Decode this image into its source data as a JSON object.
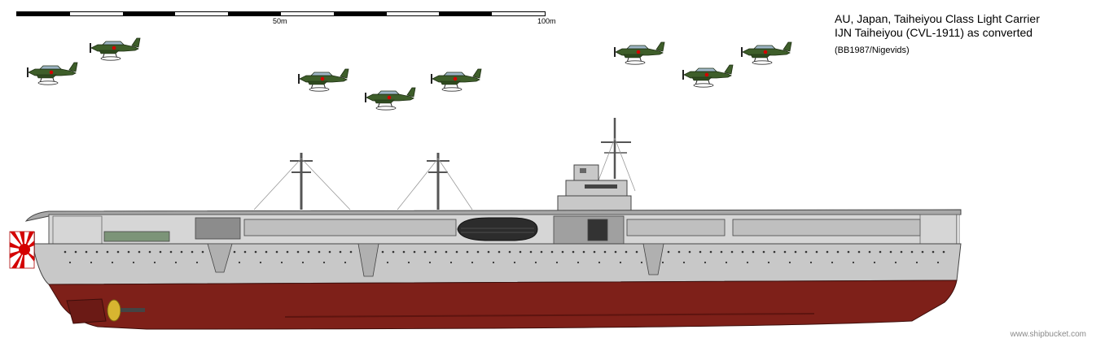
{
  "scale": {
    "mid_label": "50m",
    "end_label": "100m",
    "segments": 10
  },
  "title": {
    "line1": "AU, Japan, Taiheiyou Class Light Carrier",
    "line2": "IJN Taiheiyou (CVL-1911) as converted",
    "credit": "(BB1987/Nigevids)"
  },
  "watermark": "www.shipbucket.com",
  "colors": {
    "hull_gray": "#c8c8c8",
    "hull_red": "#7e2019",
    "deck_dark": "#4a4a4a",
    "aircraft_green": "#3e5e2a",
    "flag_red": "#d40000"
  },
  "icons": {
    "aircraft": "aircraft-icon",
    "flag": "rising-sun-flag-icon",
    "propeller": "propeller-icon"
  }
}
